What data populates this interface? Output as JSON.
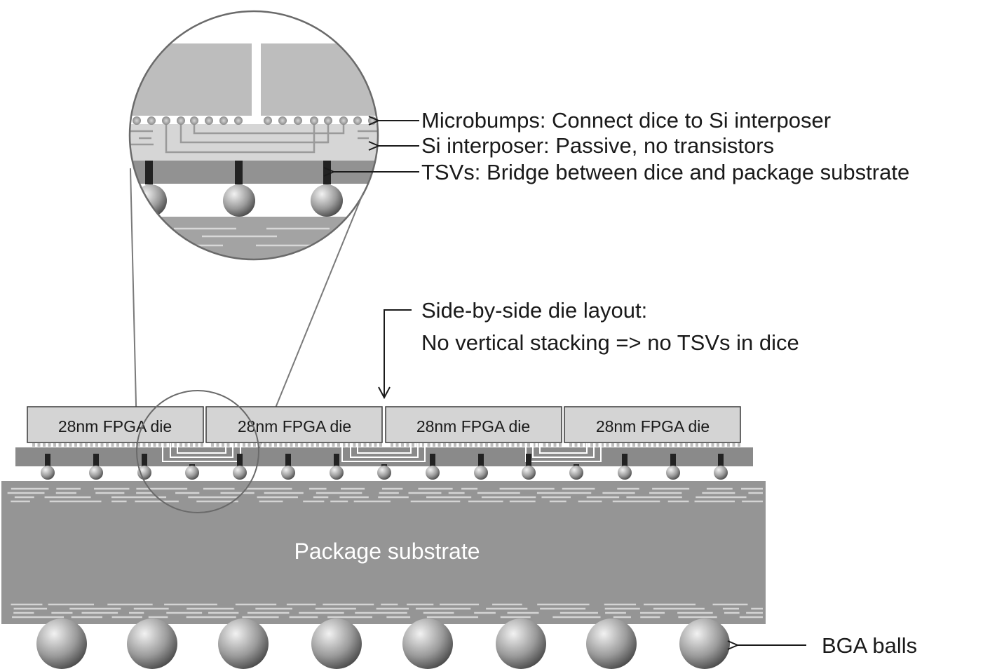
{
  "callouts": {
    "microbumps": "Microbumps: Connect dice to Si interposer",
    "interposer": "Si interposer: Passive, no transistors",
    "tsvs": "TSVs: Bridge between dice and package substrate"
  },
  "layout_note": {
    "line1": "Side-by-side die layout:",
    "line2": "No vertical stacking => no TSVs in dice"
  },
  "dies": [
    {
      "label": "28nm FPGA die"
    },
    {
      "label": "28nm FPGA die"
    },
    {
      "label": "28nm FPGA die"
    },
    {
      "label": "28nm FPGA die"
    }
  ],
  "substrate": {
    "label": "Package substrate"
  },
  "bga": {
    "label": "BGA balls"
  },
  "colors": {
    "die_fill": "#d4d4d4",
    "interposer_fill": "#8a8a8a",
    "substrate_fill": "#959595",
    "trace": "#d0d0d0",
    "tsv": "#222222"
  }
}
